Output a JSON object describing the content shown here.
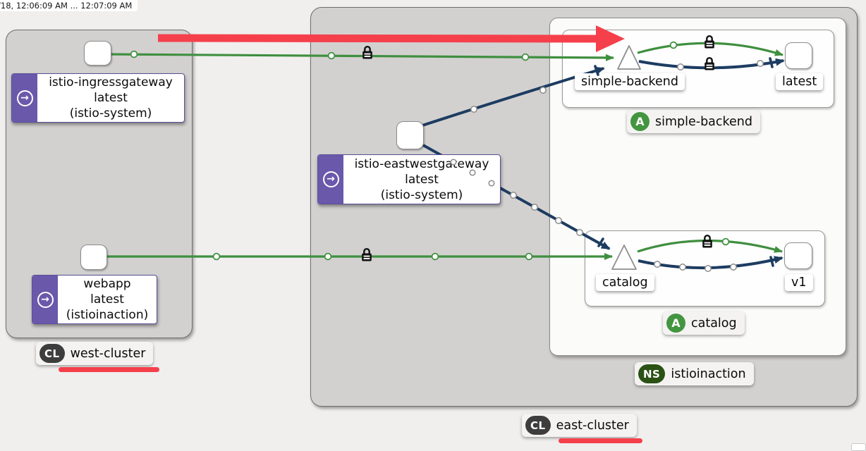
{
  "toolbar": {
    "time_range": "/18, 12:06:09 AM ... 12:07:09 AM"
  },
  "icons": {
    "gateway_arrow": "→",
    "mtls_lock": "padlock"
  },
  "clusters": {
    "west": {
      "kind_badge": "CL",
      "name": "west-cluster"
    },
    "east": {
      "kind_badge": "CL",
      "name": "east-cluster"
    }
  },
  "namespace": {
    "kind_badge": "NS",
    "name": "istioinaction"
  },
  "workloads": {
    "ingressgateway": {
      "line1": "istio-ingressgateway",
      "line2": "latest",
      "line3": "(istio-system)"
    },
    "webapp": {
      "line1": "webapp",
      "line2": "latest",
      "line3": "(istioinaction)"
    },
    "eastwestgateway": {
      "line1": "istio-eastwestgateway",
      "line2": "latest",
      "line3": "(istio-system)"
    }
  },
  "apps": {
    "simple_backend": {
      "service": "simple-backend",
      "version": "latest",
      "app_badge": "A",
      "app_name": "simple-backend"
    },
    "catalog": {
      "service": "catalog",
      "version": "v1",
      "app_badge": "A",
      "app_name": "catalog"
    }
  },
  "colors": {
    "edge_green": "#3f8f3f",
    "edge_navy": "#1d3c61",
    "annotation_red": "#f5404c",
    "gateway_purple": "#6a58ab",
    "app_badge_green": "#43953f",
    "namespace_badge_green": "#2b5115",
    "cluster_badge_dark": "#3d3d3d",
    "cluster_fill": "#d3d1d0"
  }
}
